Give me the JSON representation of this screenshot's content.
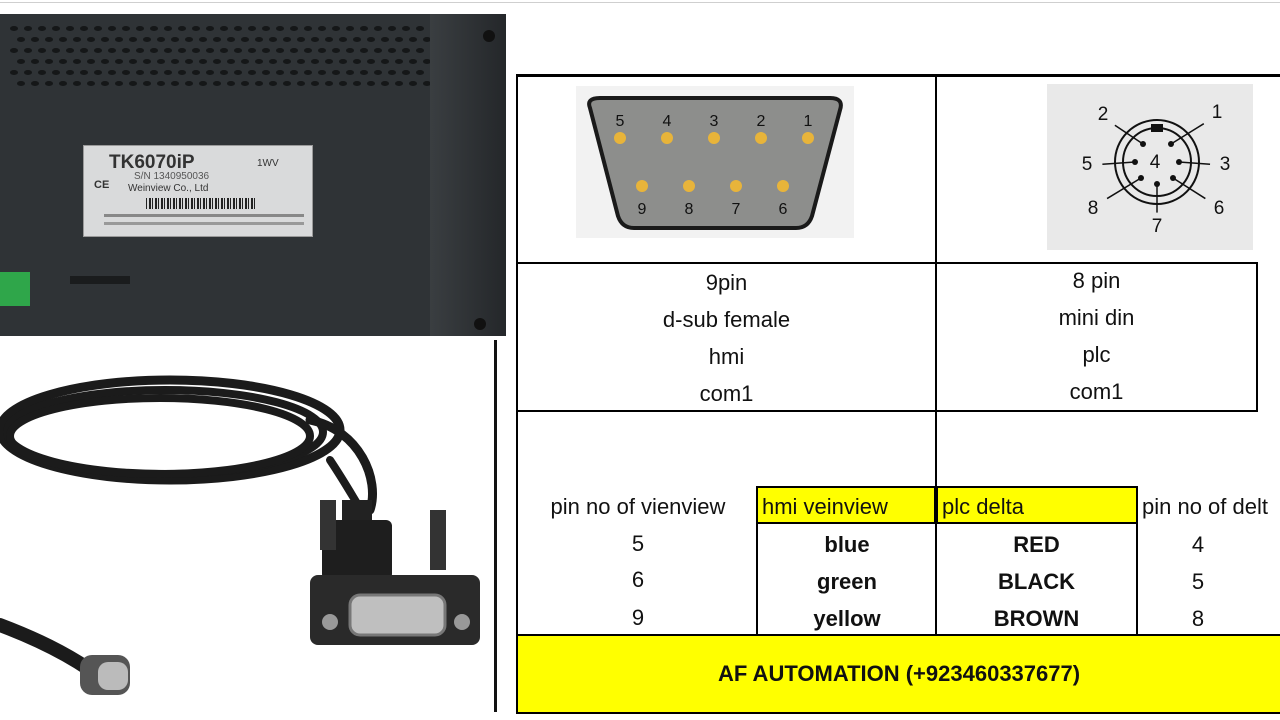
{
  "hmi_label": {
    "model": "TK6070iP",
    "revision": "1WV",
    "serial": "S/N 1340950036",
    "manufacturer": "Weinview Co., Ltd",
    "ce_mark": "CE"
  },
  "connectors": {
    "dsub": {
      "top_pins": [
        "5",
        "4",
        "3",
        "2",
        "1"
      ],
      "bottom_pins": [
        "9",
        "8",
        "7",
        "6"
      ]
    },
    "mini_din": {
      "pins": [
        "1",
        "2",
        "3",
        "4",
        "5",
        "6",
        "7",
        "8"
      ]
    }
  },
  "specs": {
    "left": [
      "9pin",
      "d-sub female",
      "hmi",
      "com1"
    ],
    "right": [
      "8 pin",
      "mini din",
      "plc",
      "com1"
    ]
  },
  "wiring": {
    "headers": [
      "pin no of vienview",
      "hmi veinview",
      "plc delta",
      "pin no of delt"
    ],
    "rows": [
      [
        "5",
        "blue",
        "RED",
        "4"
      ],
      [
        "6",
        "green",
        "BLACK",
        "5"
      ],
      [
        "9",
        "yellow",
        "BROWN",
        "8"
      ]
    ]
  },
  "footer": {
    "text": "AF AUTOMATION (+923460337677)"
  },
  "colors": {
    "highlight": "#ffff00",
    "pin_gold": "#e8b43a",
    "connector_gray": "#8d8e8c"
  }
}
